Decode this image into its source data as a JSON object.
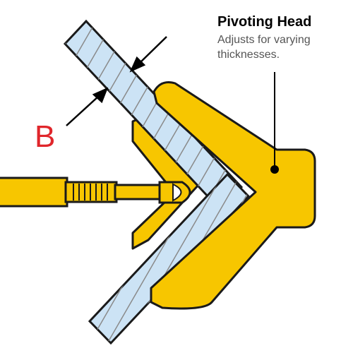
{
  "labels": {
    "callout_title": "Pivoting Head",
    "callout_description": "Adjusts for varying thicknesses.",
    "dimension_label": "B"
  },
  "colors": {
    "clamp": "#f7c600",
    "board": "#cce3f5",
    "hatch": "#8a8a8a",
    "outline": "#1a1a1a",
    "dimension_label": "#e0262b",
    "description_text": "#555555"
  }
}
